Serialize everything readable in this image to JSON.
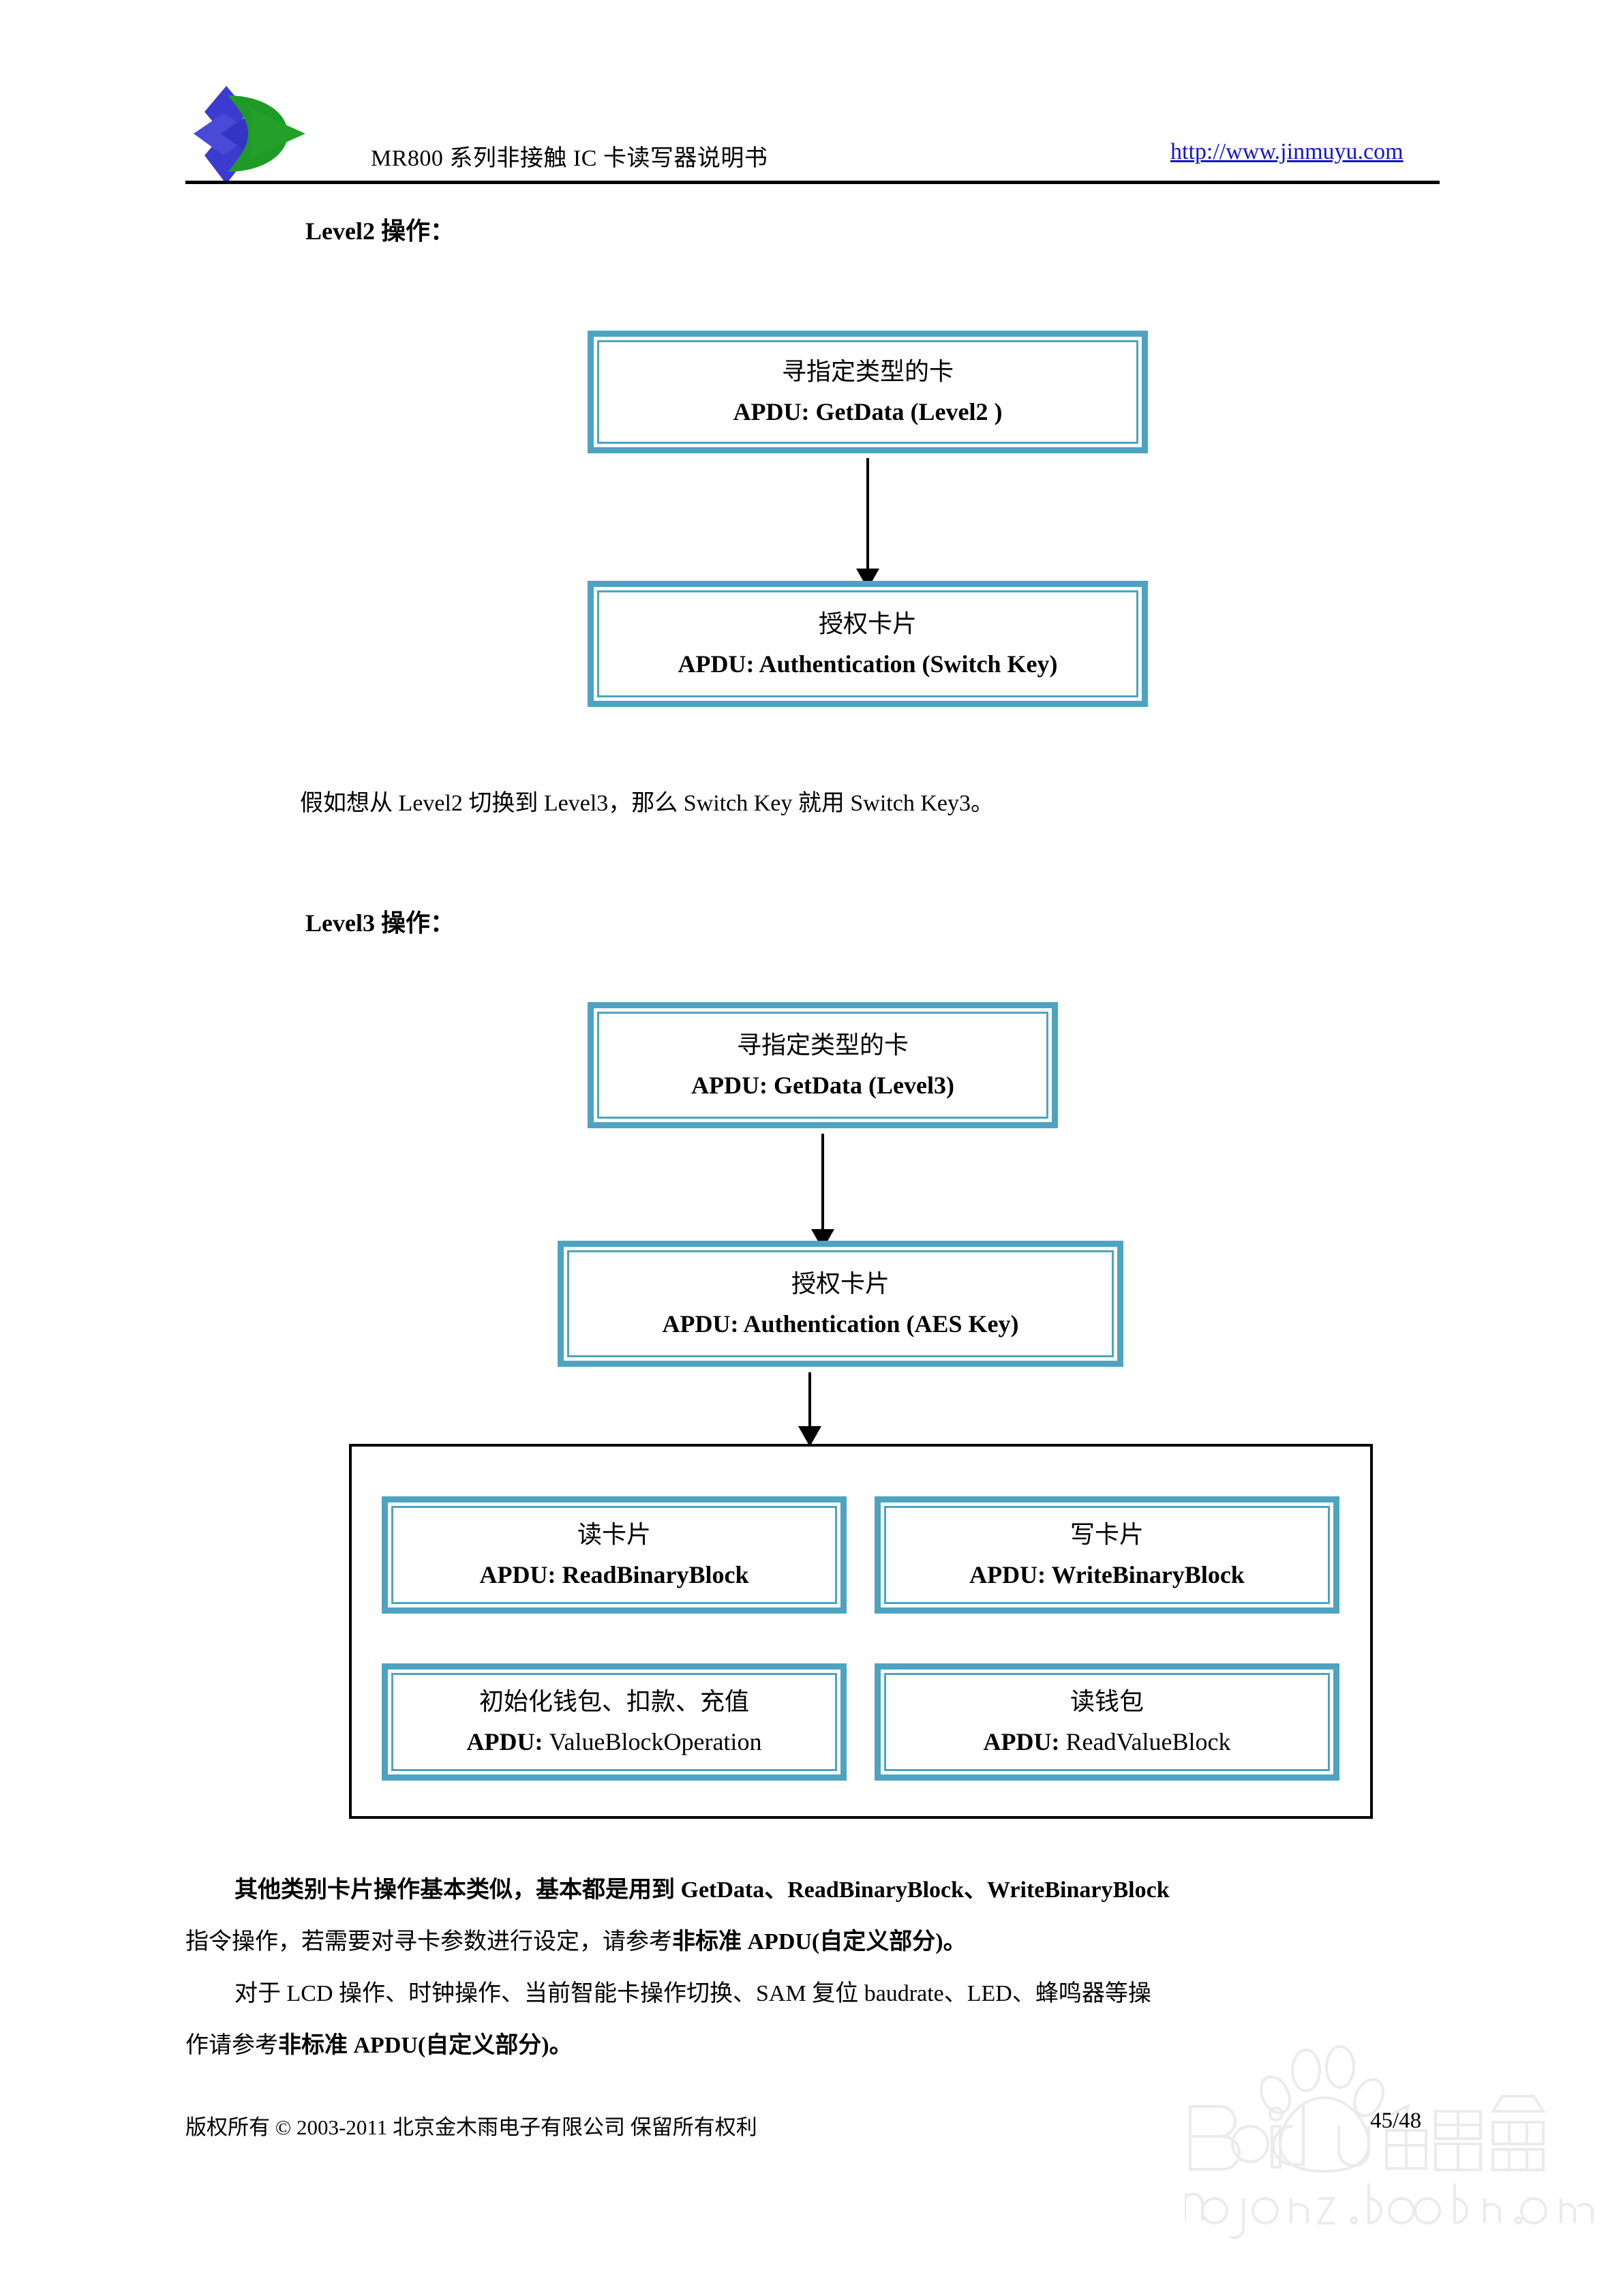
{
  "header": {
    "logo_name": "jinmuyu-logo",
    "title": "MR800 系列非接触 IC 卡读写器说明书",
    "url": "http://www.jinmuyu.com"
  },
  "sections": {
    "level2_heading": "Level2  操作：",
    "level3_heading": "Level3  操作：",
    "switch_key_note": "假如想从 Level2 切换到 Level3，那么 Switch Key 就用 Switch Key3。"
  },
  "flow_level2": {
    "getdata": {
      "line1": "寻指定类型的卡",
      "line2": "APDU: GetData (Level2 )"
    },
    "auth": {
      "line1": "授权卡片",
      "line2": "APDU: Authentication (Switch Key)"
    }
  },
  "flow_level3": {
    "getdata": {
      "line1": "寻指定类型的卡",
      "line2": "APDU: GetData (Level3)"
    },
    "auth": {
      "line1": "授权卡片",
      "line2": "APDU: Authentication (AES Key)"
    },
    "operations": [
      {
        "line1": "读卡片",
        "prefix": "APDU: ",
        "cmd": "ReadBinaryBlock"
      },
      {
        "line1": "写卡片",
        "prefix": "APDU: ",
        "cmd": "WriteBinaryBlock"
      },
      {
        "line1": "初始化钱包、扣款、充值",
        "prefix": "APDU: ",
        "cmd": "ValueBlockOperation"
      },
      {
        "line1": "读钱包",
        "prefix": "APDU: ",
        "cmd": "ReadValueBlock"
      }
    ]
  },
  "body": {
    "para1_a": "其他类别卡片操作基本类似，基本都是用到 GetData、ReadBinaryBlock、WriteBinaryBlock",
    "para1_b": "指令操作，若需要对寻卡参数进行设定，请参考",
    "para1_bold": "非标准 APDU(自定义部分)。",
    "para2_a": "对于 LCD 操作、时钟操作、当前智能卡操作切换、SAM 复位 baudrate、LED、蜂鸣器等操",
    "para2_b": "作请参考",
    "para2_bold": "非标准 APDU(自定义部分)。"
  },
  "footer": {
    "copyright": "版权所有 ©  2003-2011 北京金木雨电子有限公司  保留所有权利",
    "page_number": "45/48"
  },
  "watermark": {
    "brand": "Baidu 经验",
    "site": "jingyan.baidu.com"
  },
  "colors": {
    "box_border": "#4ea3c0",
    "link": "#1515cd",
    "logo_blue": "#3b3bd0",
    "logo_green": "#22a02a",
    "rule": "#000000"
  }
}
